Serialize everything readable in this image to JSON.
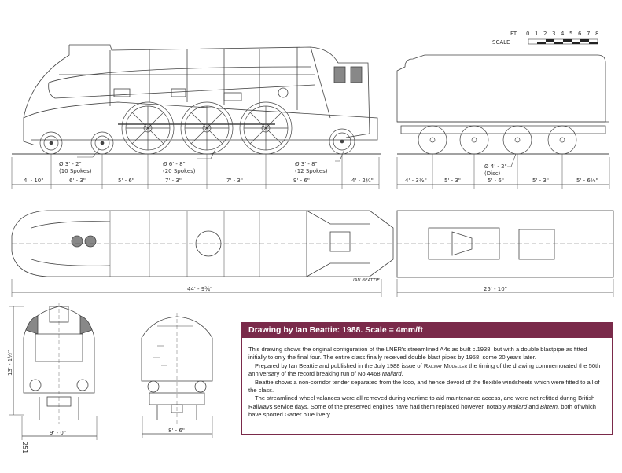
{
  "scale_bar": {
    "unit_label": "FT",
    "scale_label": "SCALE",
    "ticks": [
      "0",
      "1",
      "2",
      "3",
      "4",
      "5",
      "6",
      "7",
      "8"
    ]
  },
  "side_view": {
    "wheel_labels": [
      {
        "diameter": "Ø   3' - 2\"",
        "note": "(10 Spokes)"
      },
      {
        "diameter": "Ø   6' - 8\"",
        "note": "(20 Spokes)"
      },
      {
        "diameter": "Ø   3' - 8\"",
        "note": "(12 Spokes)"
      },
      {
        "diameter": "Ø   4' - 2\"",
        "note": "(Disc)"
      }
    ],
    "loco_dimensions": [
      "4' - 10\"",
      "6' - 3\"",
      "5' - 6\"",
      "7' - 3\"",
      "7' - 3\"",
      "9' - 6\"",
      "4' - 2¾\""
    ],
    "tender_dimensions": [
      "4' - 3½\"",
      "5' - 3\"",
      "5' - 6\"",
      "5' - 3\"",
      "5' - 6½\""
    ]
  },
  "plan_view": {
    "signature": "IAN BEATTIE",
    "loco_length": "44' - 9¾\"",
    "tender_length": "25' - 10\""
  },
  "end_views": {
    "loco_height": "13' - 1½\"",
    "loco_width": "9' - 0\"",
    "tender_width": "8' - 6\""
  },
  "page_number": "251",
  "info_box": {
    "title": "Drawing by Ian Beattie: 1988. Scale = 4mm/ft",
    "p1": "This drawing shows the original configuration of the LNER's streamlined A4s as built c.1938, but with a double blastpipe as fitted initially to only the final four. The entire class finally received double blast pipes by 1958, some 20 years later.",
    "p2_a": "Prepared by Ian Beattie and published in the July 1988 issue of ",
    "p2_mag": "Railway Modeller",
    "p2_b": " the timing of the drawing commemorated the 50th anniversary of the record breaking run of No.4468 ",
    "p2_name": "Mallard",
    "p2_c": ".",
    "p3": "Beattie shows a non-corridor tender separated from the loco, and hence devoid of the flexible windsheets which were fitted to all of the class.",
    "p4_a": "The streamlined wheel valances were all removed during wartime to aid maintenance access, and were not refitted during British Railways service days. Some of the preserved engines have had them replaced however, notably ",
    "p4_n1": "Mallard",
    "p4_b": " and ",
    "p4_n2": "Bittern",
    "p4_c": ", both of which have sported Garter blue livery."
  },
  "colors": {
    "accent": "#7a2a4a",
    "line": "#444444"
  }
}
